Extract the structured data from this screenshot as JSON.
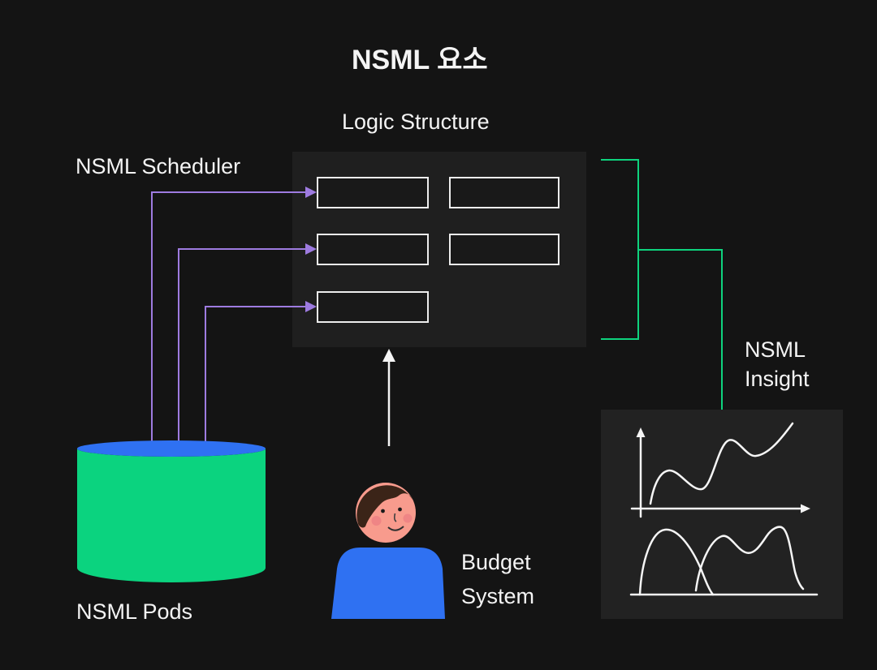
{
  "title": "NSML 요소",
  "colors": {
    "background": "#141414",
    "logic_panel": "#1f1f1f",
    "insight_panel": "#222222",
    "box_border": "#ededed",
    "accent_purple": "#9e7be0",
    "accent_green": "#0ed37e",
    "accent_blue": "#2f71f2",
    "skin": "#f89b8d",
    "hair": "#3b2418",
    "blush": "#ef8585",
    "line_white": "#f5f5f5"
  },
  "nodes": {
    "logic_structure": {
      "label": "Logic Structure",
      "box_count": 5
    },
    "scheduler": {
      "label": "NSML Scheduler"
    },
    "pods": {
      "label": "NSML Pods"
    },
    "budget_system": {
      "line1": "Budget",
      "line2": "System"
    },
    "insight": {
      "line1": "NSML",
      "line2": "Insight"
    }
  }
}
